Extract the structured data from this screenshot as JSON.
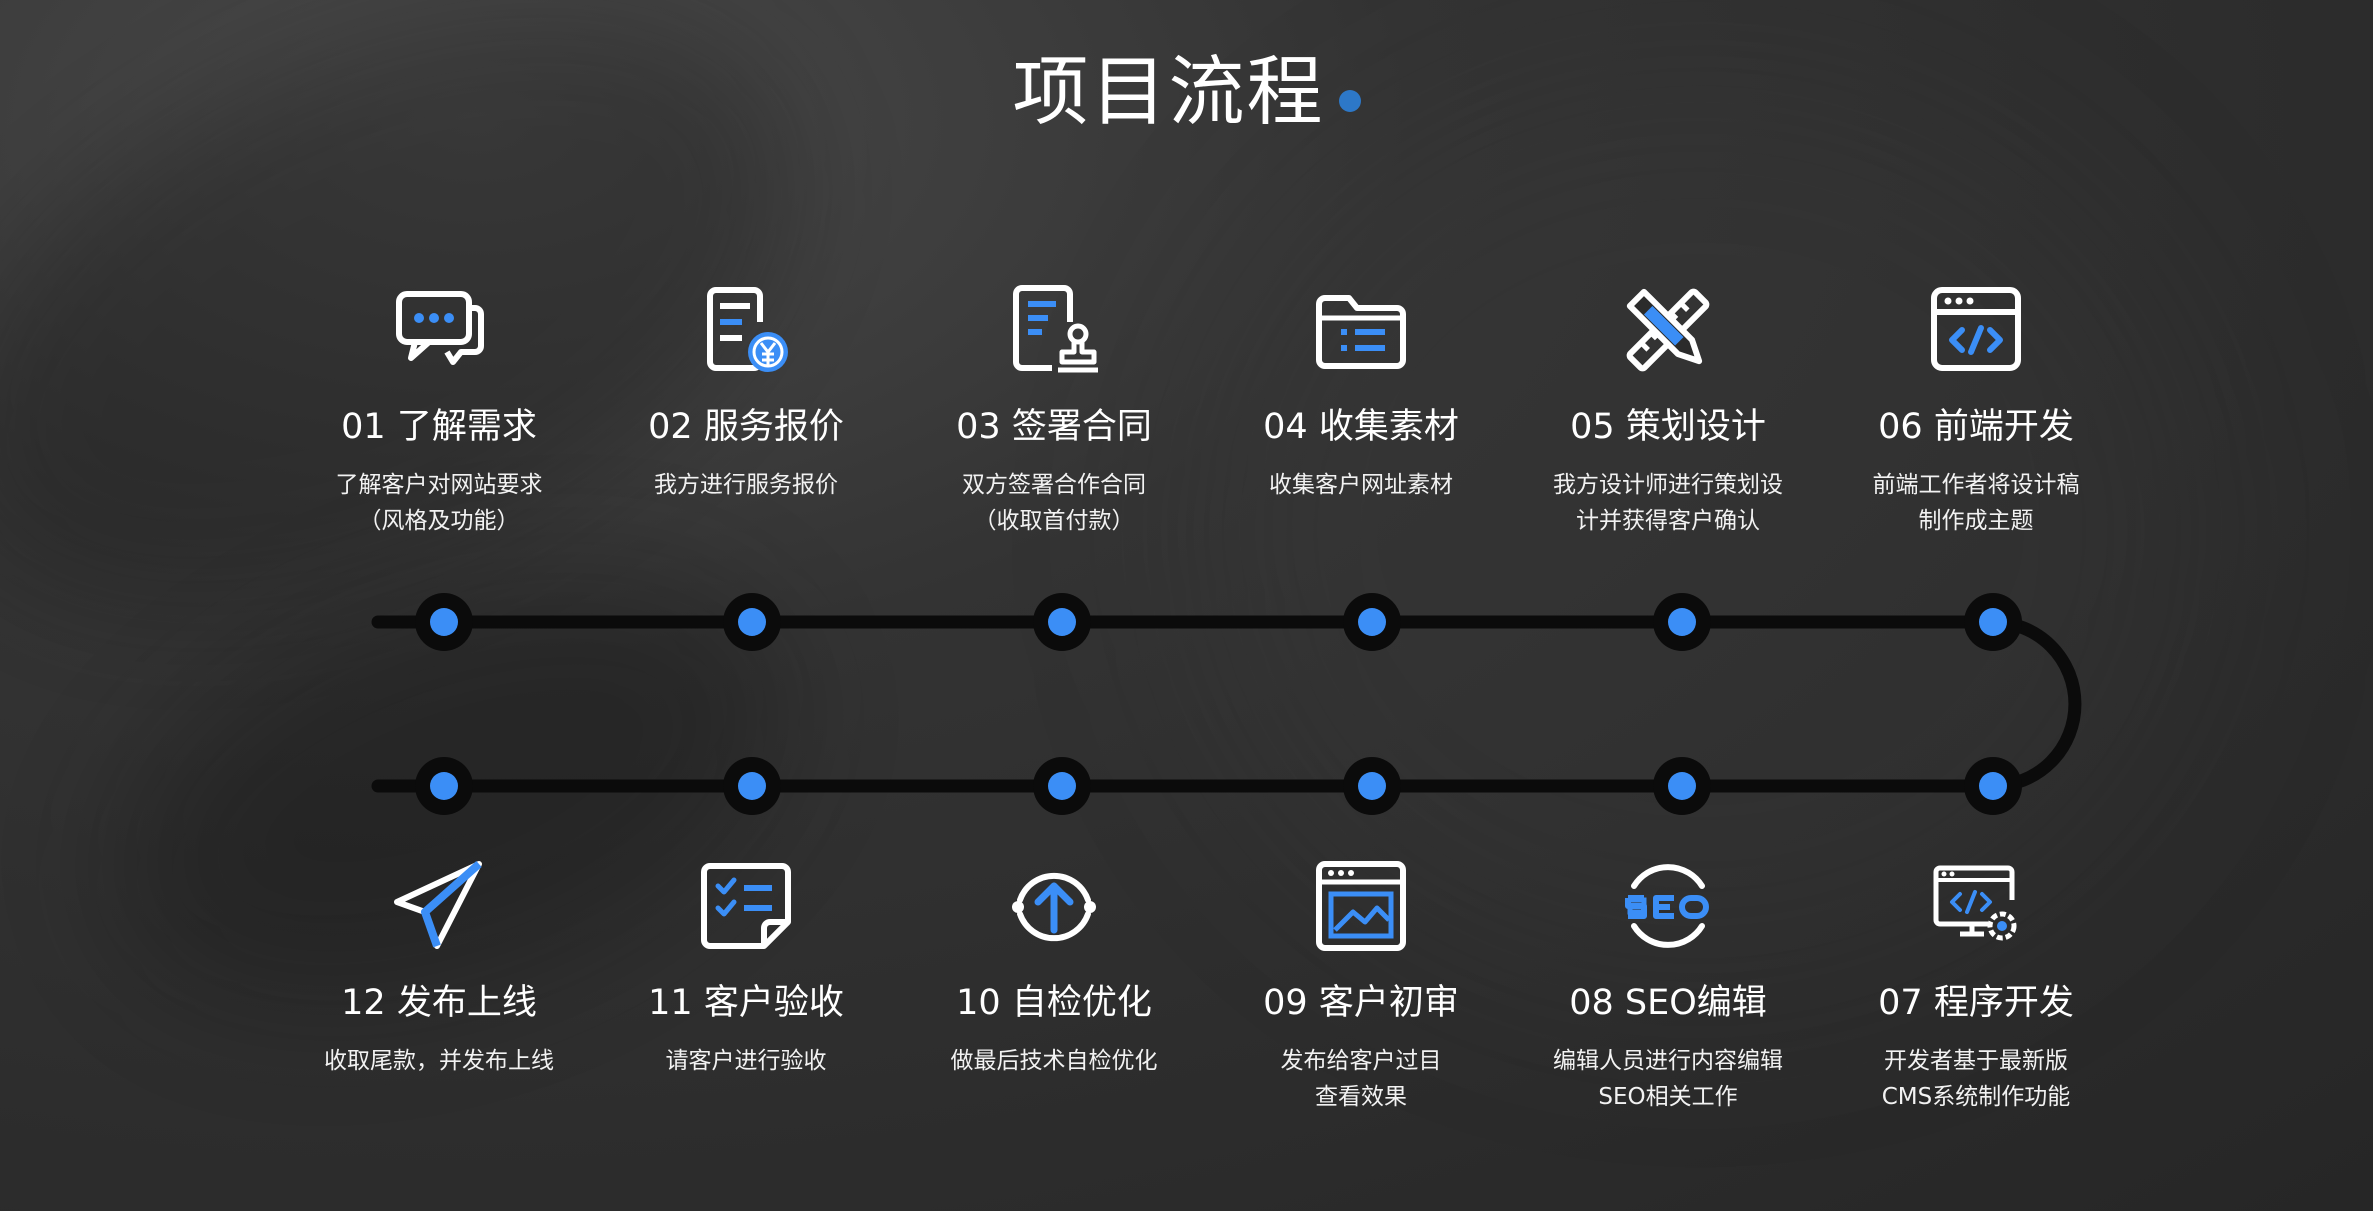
{
  "title": "项目流程",
  "accent_color": "#3b8ef6",
  "steps_top": [
    {
      "name": "01 了解需求",
      "desc": [
        "了解客户对网站要求",
        "（风格及功能）"
      ],
      "icon": "chat-bubbles-icon"
    },
    {
      "name": "02 服务报价",
      "desc": [
        "我方进行服务报价"
      ],
      "icon": "document-yen-icon"
    },
    {
      "name": "03 签署合同",
      "desc": [
        "双方签署合作合同",
        "（收取首付款）"
      ],
      "icon": "contract-stamp-icon"
    },
    {
      "name": "04 收集素材",
      "desc": [
        "收集客户网址素材"
      ],
      "icon": "folder-list-icon"
    },
    {
      "name": "05 策划设计",
      "desc": [
        "我方设计师进行策划设",
        "计并获得客户确认"
      ],
      "icon": "pencil-ruler-icon"
    },
    {
      "name": "06 前端开发",
      "desc": [
        "前端工作者将设计稿",
        "制作成主题"
      ],
      "icon": "browser-code-icon"
    }
  ],
  "steps_bottom": [
    {
      "name": "12 发布上线",
      "desc": [
        "收取尾款，并发布上线"
      ],
      "icon": "paper-plane-icon"
    },
    {
      "name": "11 客户验收",
      "desc": [
        "请客户进行验收"
      ],
      "icon": "checklist-icon"
    },
    {
      "name": "10 自检优化",
      "desc": [
        "做最后技术自检优化"
      ],
      "icon": "upload-cycle-icon"
    },
    {
      "name": "09 客户初审",
      "desc": [
        "发布给客户过目",
        "查看效果"
      ],
      "icon": "browser-image-icon"
    },
    {
      "name": "08 SEO编辑",
      "desc": [
        "编辑人员进行内容编辑",
        "SEO相关工作"
      ],
      "icon": "seo-icon"
    },
    {
      "name": "07 程序开发",
      "desc": [
        "开发者基于最新版",
        "CMS系统制作功能"
      ],
      "icon": "monitor-gear-icon"
    }
  ]
}
